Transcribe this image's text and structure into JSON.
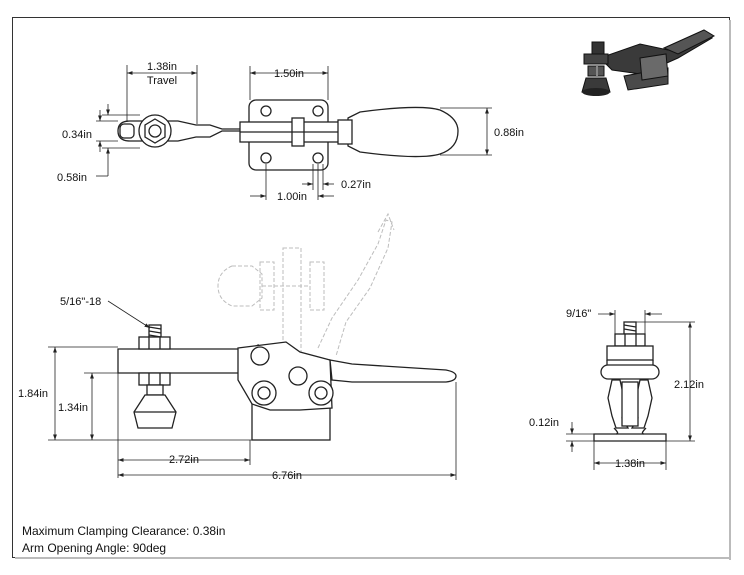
{
  "top_view": {
    "travel_value": "1.38in",
    "travel_label": "Travel",
    "base_width": "1.50in",
    "tip_thickness": "0.34in",
    "tip_height": "0.58in",
    "handle_height": "0.88in",
    "hole_spacing": "1.00in",
    "hole_dia": "0.27in"
  },
  "side_view": {
    "thread": "5/16\"-18",
    "overall_height": "1.84in",
    "spindle_height": "1.34in",
    "spindle_reach": "2.72in",
    "overall_length": "6.76in"
  },
  "end_view": {
    "nut_size": "9/16\"",
    "height": "2.12in",
    "base_thickness": "0.12in",
    "base_width": "1.38in"
  },
  "notes": {
    "clearance": "Maximum Clamping Clearance: 0.38in",
    "angle": "Arm Opening Angle: 90deg"
  }
}
